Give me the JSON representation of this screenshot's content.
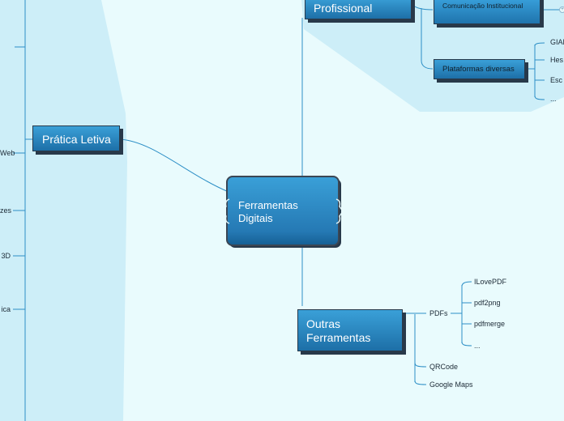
{
  "colors": {
    "line": "#2d8fc6",
    "region": "#cdeef8",
    "node_top": "#3aa0d8",
    "node_bottom": "#1d6fa7",
    "shadow": "#28394a"
  },
  "central": {
    "label": "Ferramentas Digitais"
  },
  "branches": {
    "profissional": {
      "label": "Profissional"
    },
    "comunicacao": {
      "label": "Comunicação Institucional"
    },
    "plataformas": {
      "label": "Plataformas diversas"
    },
    "plataformas_items": [
      "GIAE",
      "Hes",
      "Esc",
      "..."
    ],
    "pratica": {
      "label": "Prática Letiva"
    },
    "pratica_clipped": [
      "Web",
      "zes",
      "3D",
      "ica"
    ],
    "outras": {
      "label": "Outras Ferramentas"
    },
    "pdfs": {
      "label": "PDFs"
    },
    "pdfs_items": [
      "ILovePDF",
      "pdf2png",
      "pdfmerge",
      "..."
    ],
    "qrcode": {
      "label": "QRCode"
    },
    "maps": {
      "label": "Google Maps"
    }
  }
}
